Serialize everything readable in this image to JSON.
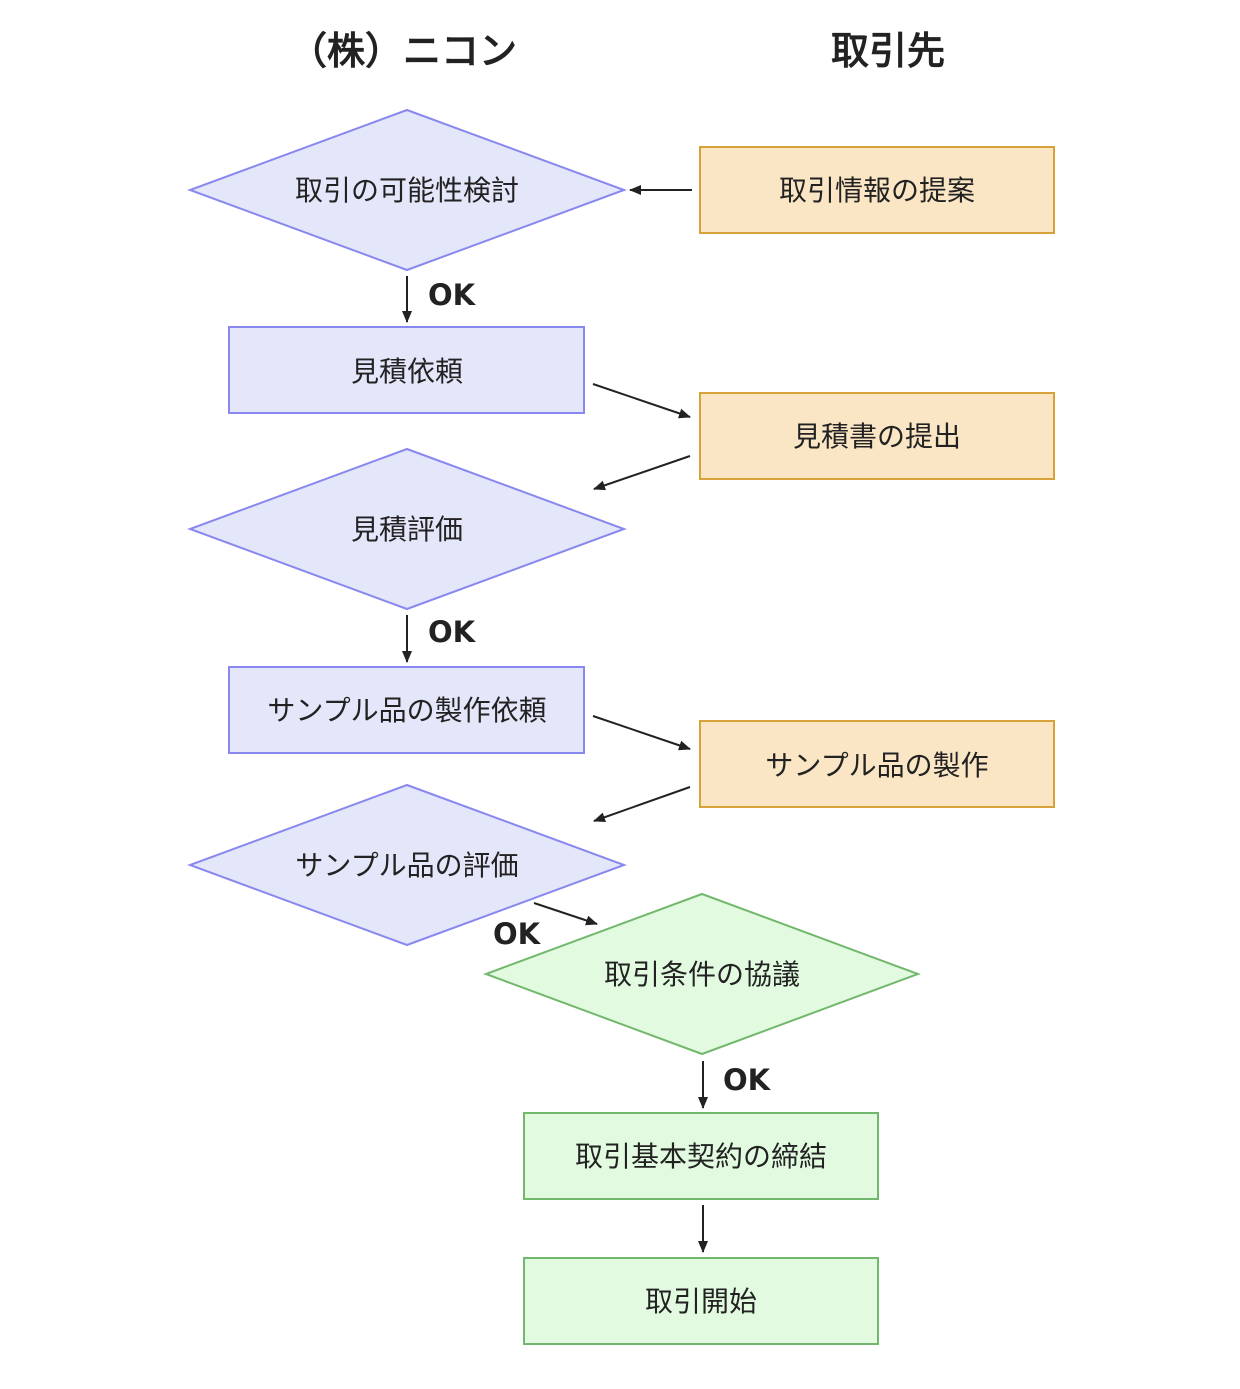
{
  "columns": {
    "left_title": "（株）ニコン",
    "right_title": "取引先"
  },
  "nodes": {
    "n1": "取引の可能性検討",
    "n2": "取引情報の提案",
    "n3": "見積依頼",
    "n4": "見積書の提出",
    "n5": "見積評価",
    "n6": "サンプル品の製作依頼",
    "n7": "サンプル品の製作",
    "n8": "サンプル品の評価",
    "n9": "取引条件の協議",
    "n10": "取引基本契約の締結",
    "n11": "取引開始"
  },
  "edge_labels": {
    "e1": "OK",
    "e2": "OK",
    "e3": "OK",
    "e4": "OK"
  },
  "colors": {
    "nikon_fill": "#e4e6fa",
    "nikon_stroke": "#8888ee",
    "partner_fill": "#fae6c4",
    "partner_stroke": "#d8a23a",
    "joint_fill": "#e2fbe0",
    "joint_stroke": "#72b86c"
  }
}
